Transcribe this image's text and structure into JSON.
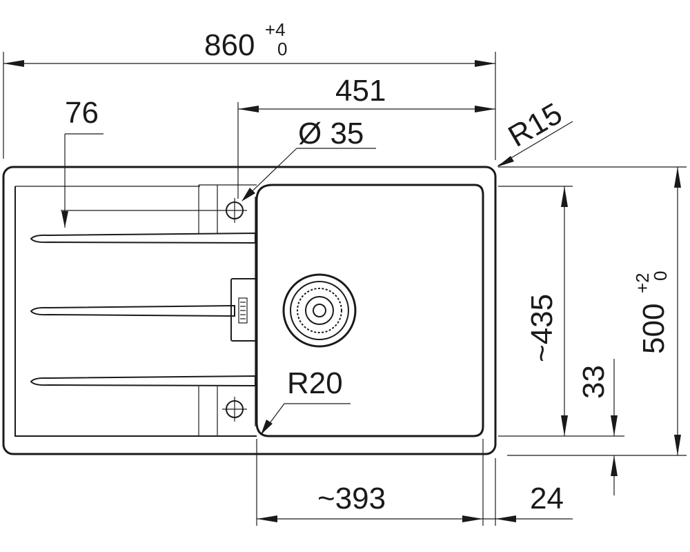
{
  "dimensions": {
    "overall_width": {
      "value": "860",
      "tol_upper": "+4",
      "tol_lower": "0"
    },
    "bowl_offset_width": "451",
    "drainer_inset": "76",
    "tap_hole": "Ø 35",
    "corner_radius_outer": "R15",
    "corner_radius_inner": "R20",
    "bowl_depth": "~435",
    "overall_depth": {
      "value": "500",
      "tol_upper": "+2",
      "tol_lower": "0"
    },
    "rim_offset": "33",
    "bowl_width": "~393",
    "side_offset": "24"
  },
  "colors": {
    "line": "#1a1a1a",
    "background": "#ffffff"
  }
}
